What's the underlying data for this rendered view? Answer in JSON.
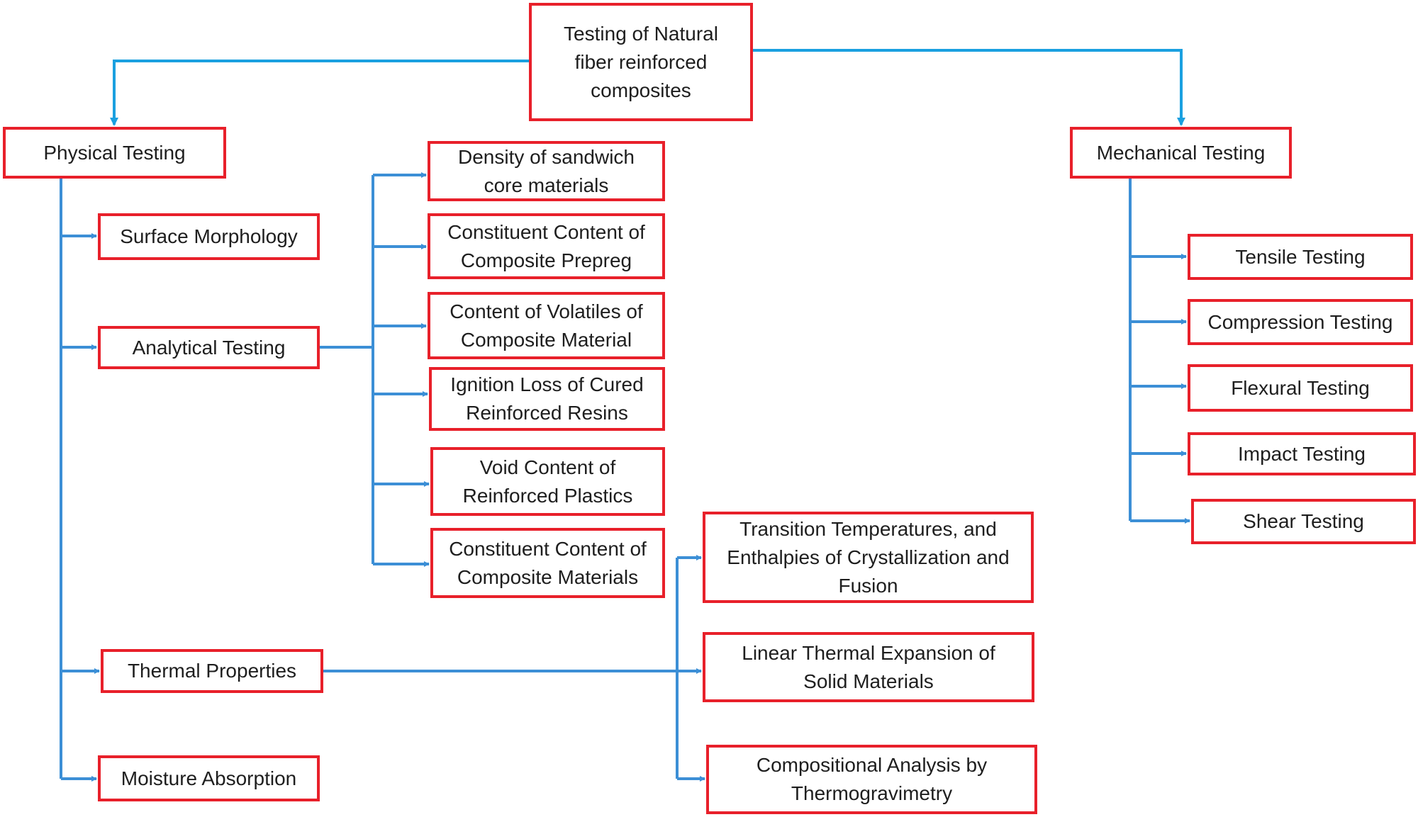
{
  "diagram": {
    "type": "tree",
    "colors": {
      "box_border": "#e8202a",
      "connector": "#3c8fd6",
      "text": "#1e1e1e"
    },
    "root": {
      "id": "root",
      "label": "Testing of Natural\nfiber reinforced\ncomposites"
    },
    "nodes": {
      "physical": {
        "label": "Physical Testing"
      },
      "mechanical": {
        "label": "Mechanical Testing"
      },
      "surface": {
        "label": "Surface Morphology"
      },
      "analytical": {
        "label": "Analytical Testing"
      },
      "thermal": {
        "label": "Thermal Properties"
      },
      "moisture": {
        "label": "Moisture Absorption"
      },
      "density": {
        "label": "Density of sandwich\ncore materials"
      },
      "cc_prepreg": {
        "label": "Constituent Content of\nComposite Prepreg"
      },
      "volatiles": {
        "label": "Content of Volatiles of\nComposite Material"
      },
      "ignition": {
        "label": "Ignition Loss of Cured\nReinforced Resins"
      },
      "void": {
        "label": "Void Content of\nReinforced Plastics"
      },
      "cc_materials": {
        "label": "Constituent Content of\nComposite Materials"
      },
      "transition": {
        "label": "Transition Temperatures, and\nEnthalpies of Crystallization and\nFusion"
      },
      "linear": {
        "label": "Linear Thermal Expansion of\nSolid Materials"
      },
      "compositional": {
        "label": "Compositional Analysis by\nThermogravimetry"
      },
      "tensile": {
        "label": "Tensile Testing"
      },
      "compression": {
        "label": "Compression Testing"
      },
      "flexural": {
        "label": "Flexural Testing"
      },
      "impact": {
        "label": "Impact Testing"
      },
      "shear": {
        "label": "Shear Testing"
      }
    },
    "edges": [
      [
        "root",
        "physical"
      ],
      [
        "root",
        "mechanical"
      ],
      [
        "physical",
        "surface"
      ],
      [
        "physical",
        "analytical"
      ],
      [
        "physical",
        "thermal"
      ],
      [
        "physical",
        "moisture"
      ],
      [
        "analytical",
        "density"
      ],
      [
        "analytical",
        "cc_prepreg"
      ],
      [
        "analytical",
        "volatiles"
      ],
      [
        "analytical",
        "ignition"
      ],
      [
        "analytical",
        "void"
      ],
      [
        "analytical",
        "cc_materials"
      ],
      [
        "thermal",
        "transition"
      ],
      [
        "thermal",
        "linear"
      ],
      [
        "thermal",
        "compositional"
      ],
      [
        "mechanical",
        "tensile"
      ],
      [
        "mechanical",
        "compression"
      ],
      [
        "mechanical",
        "flexural"
      ],
      [
        "mechanical",
        "impact"
      ],
      [
        "mechanical",
        "shear"
      ]
    ]
  }
}
